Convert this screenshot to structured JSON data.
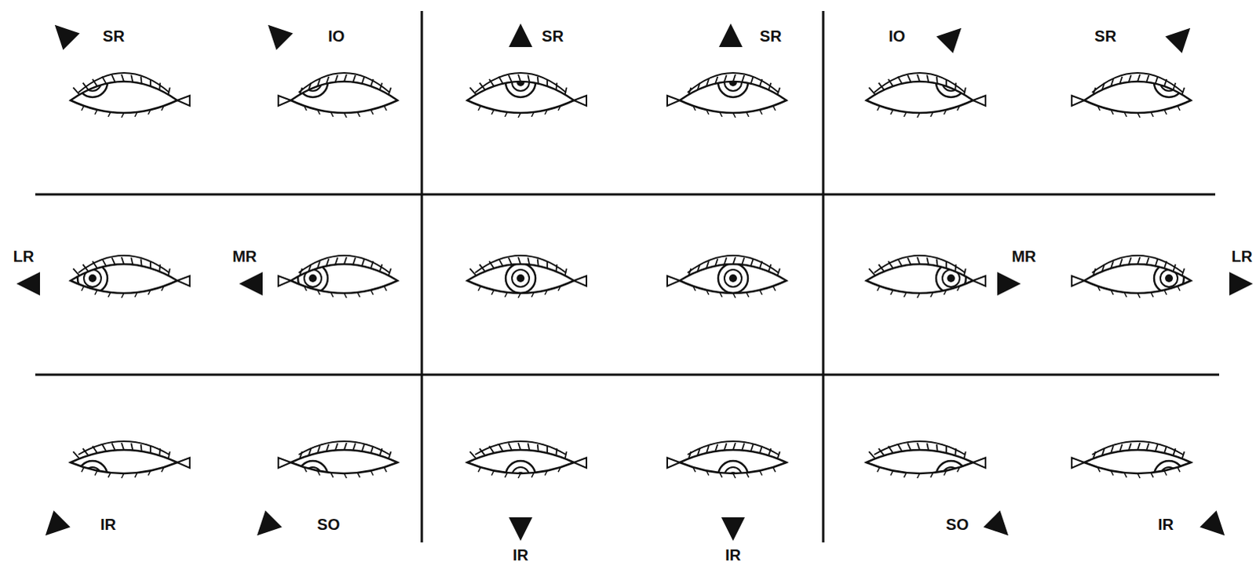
{
  "diagram": {
    "labels": [
      "SR",
      "IO",
      "SR",
      "SR",
      "IO",
      "SR",
      "LR",
      "MR",
      "MR",
      "LR",
      "IR",
      "SO",
      "IR",
      "IR",
      "SO",
      "IR"
    ]
  }
}
